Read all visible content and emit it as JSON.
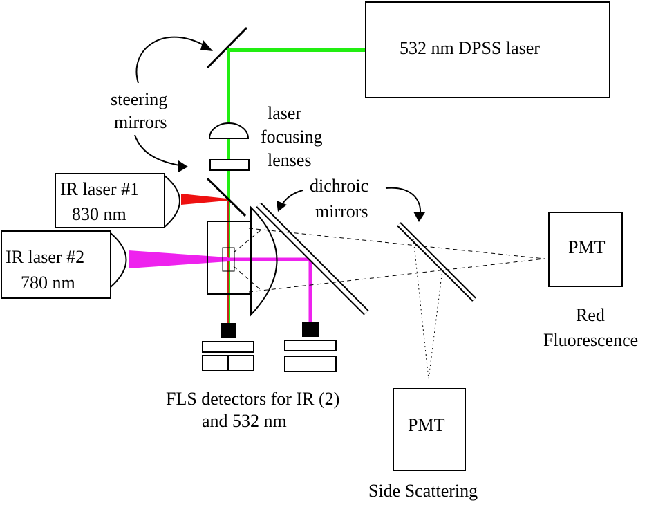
{
  "labels": {
    "dpss_laser": "532 nm DPSS laser",
    "steering_line1": "steering",
    "steering_line2": "mirrors",
    "focusing_line1": "laser",
    "focusing_line2": "focusing",
    "focusing_line3": "lenses",
    "ir1_line1": "IR laser #1",
    "ir1_line2": "830 nm",
    "ir2_line1": "IR laser #2",
    "ir2_line2": "780 nm",
    "dichroic_line1": "dichroic",
    "dichroic_line2": "mirrors",
    "pmt_red": "PMT",
    "red_fluor_line1": "Red",
    "red_fluor_line2": "Fluorescence",
    "pmt_side": "PMT",
    "side_scattering": "Side Scattering",
    "fls_line1": "FLS detectors for IR (2)",
    "fls_line2": "and 532 nm"
  },
  "colors": {
    "green_beam": "#22ee11",
    "red_beam": "#ee1111",
    "magenta_beam": "#ee22ee",
    "outline": "#000000"
  }
}
